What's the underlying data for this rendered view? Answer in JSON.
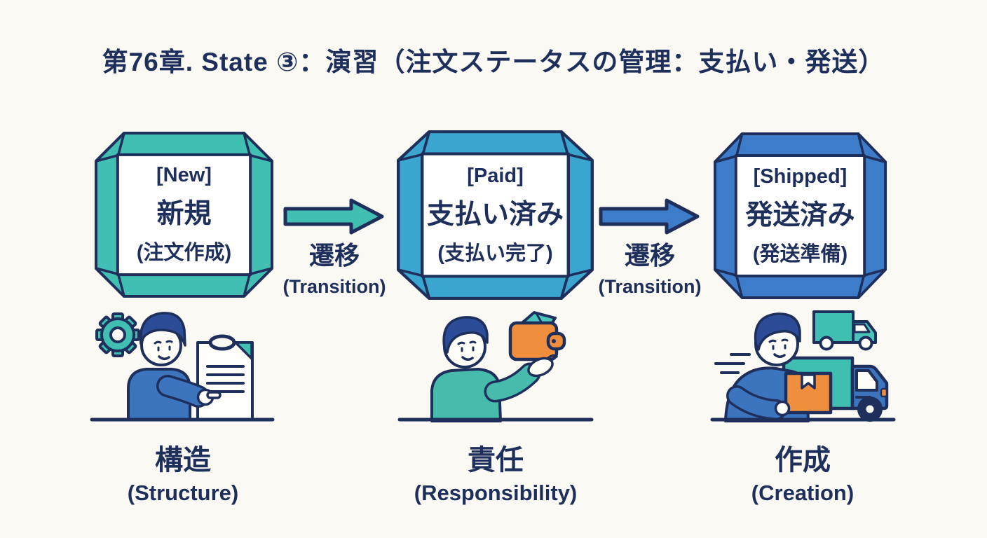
{
  "title": "第76章. State ③：演習（注文ステータスの管理：支払い・発送）",
  "colors": {
    "background": "#FBF9F4",
    "ink": "#1E2F5C",
    "teal": "#41BFB2",
    "cyan": "#3AA6CF",
    "blue": "#3C7CC9",
    "orange": "#EF8F3E",
    "shirt_blue": "#3D74BE",
    "shirt_teal": "#47BCAC",
    "hair_blue": "#2C4C97"
  },
  "states": [
    {
      "code": "[New]",
      "name": "新規",
      "note": "(注文作成)",
      "frame_color": "#41BFB2"
    },
    {
      "code": "[Paid]",
      "name": "支払い済み",
      "note": "(支払い完了)",
      "frame_color": "#3AA6CF"
    },
    {
      "code": "[Shipped]",
      "name": "発送済み",
      "note": "(発送準備)",
      "frame_color": "#3C7CC9"
    }
  ],
  "transitions": [
    {
      "label": "遷移",
      "sublabel": "(Transition)",
      "arrow_color": "#41BFB2"
    },
    {
      "label": "遷移",
      "sublabel": "(Transition)",
      "arrow_color": "#3C7CC9"
    }
  ],
  "concepts": [
    {
      "label": "構造",
      "sublabel": "(Structure)",
      "icons": [
        "gear-icon",
        "person-icon",
        "document-icon"
      ]
    },
    {
      "label": "責任",
      "sublabel": "(Responsibility)",
      "icons": [
        "person-icon",
        "wallet-icon"
      ]
    },
    {
      "label": "作成",
      "sublabel": "(Creation)",
      "icons": [
        "person-icon",
        "package-icon",
        "truck-icon"
      ]
    }
  ]
}
